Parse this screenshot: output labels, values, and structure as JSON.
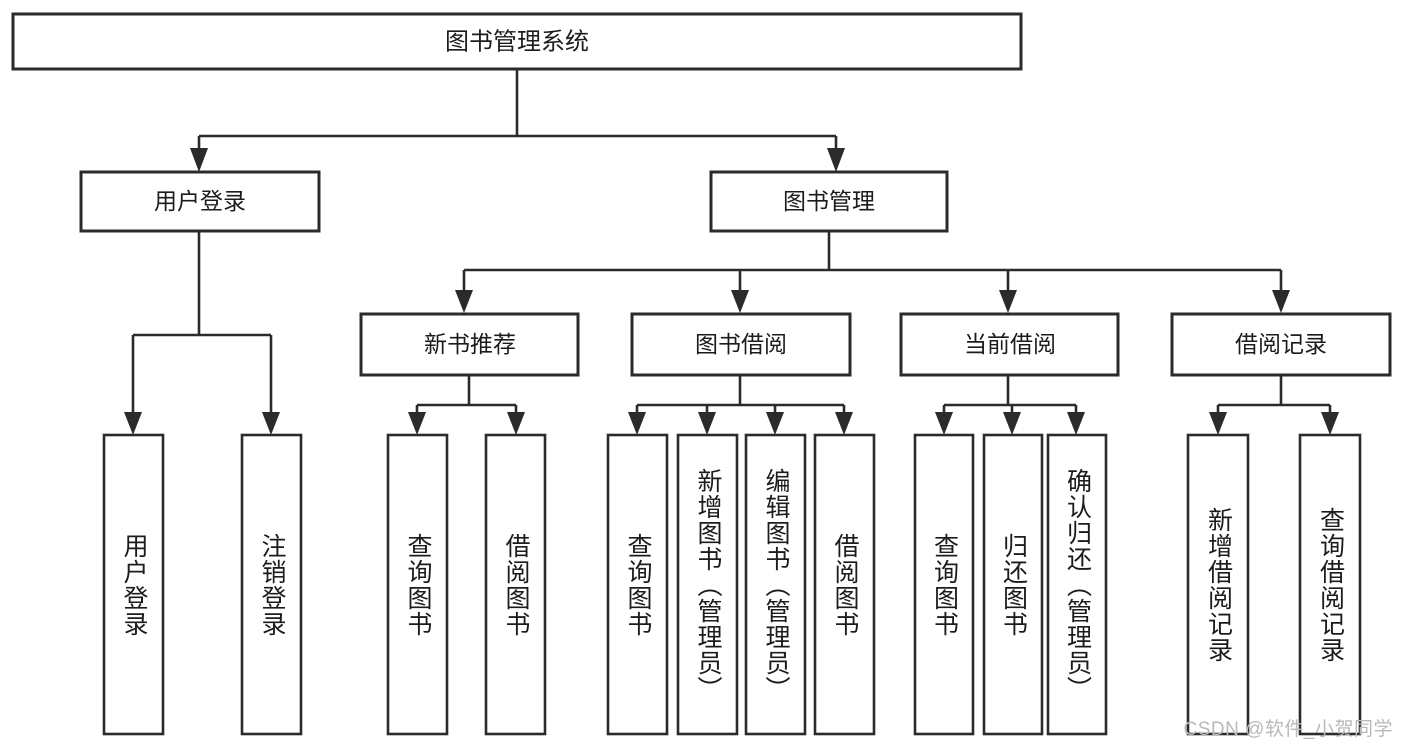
{
  "diagram": {
    "type": "tree-hierarchy-chart",
    "title": "图书管理系统",
    "watermark": "CSDN @软件_小贺同学",
    "colors": {
      "stroke": "#2b2b2b",
      "fill": "#ffffff",
      "text": "#1c1c1c",
      "watermark": "#b9b9b9",
      "background": "#ffffff"
    },
    "root": {
      "label": "图书管理系统"
    },
    "level2": [
      {
        "label": "用户登录"
      },
      {
        "label": "图书管理"
      }
    ],
    "level3": [
      {
        "label": "新书推荐"
      },
      {
        "label": "图书借阅"
      },
      {
        "label": "当前借阅"
      },
      {
        "label": "借阅记录"
      }
    ],
    "leaves": {
      "user_login": [
        {
          "label": "用户登录"
        },
        {
          "label": "注销登录"
        }
      ],
      "new_book_recommend": [
        {
          "label": "查询图书"
        },
        {
          "label": "借阅图书"
        }
      ],
      "book_borrow": [
        {
          "label": "查询图书"
        },
        {
          "label": "新增图书（管理员）"
        },
        {
          "label": "编辑图书（管理员）"
        },
        {
          "label": "借阅图书"
        }
      ],
      "current_borrow": [
        {
          "label": "查询图书"
        },
        {
          "label": "归还图书"
        },
        {
          "label": "确认归还（管理员）"
        }
      ],
      "borrow_record": [
        {
          "label": "新增借阅记录"
        },
        {
          "label": "查询借阅记录"
        }
      ]
    }
  }
}
